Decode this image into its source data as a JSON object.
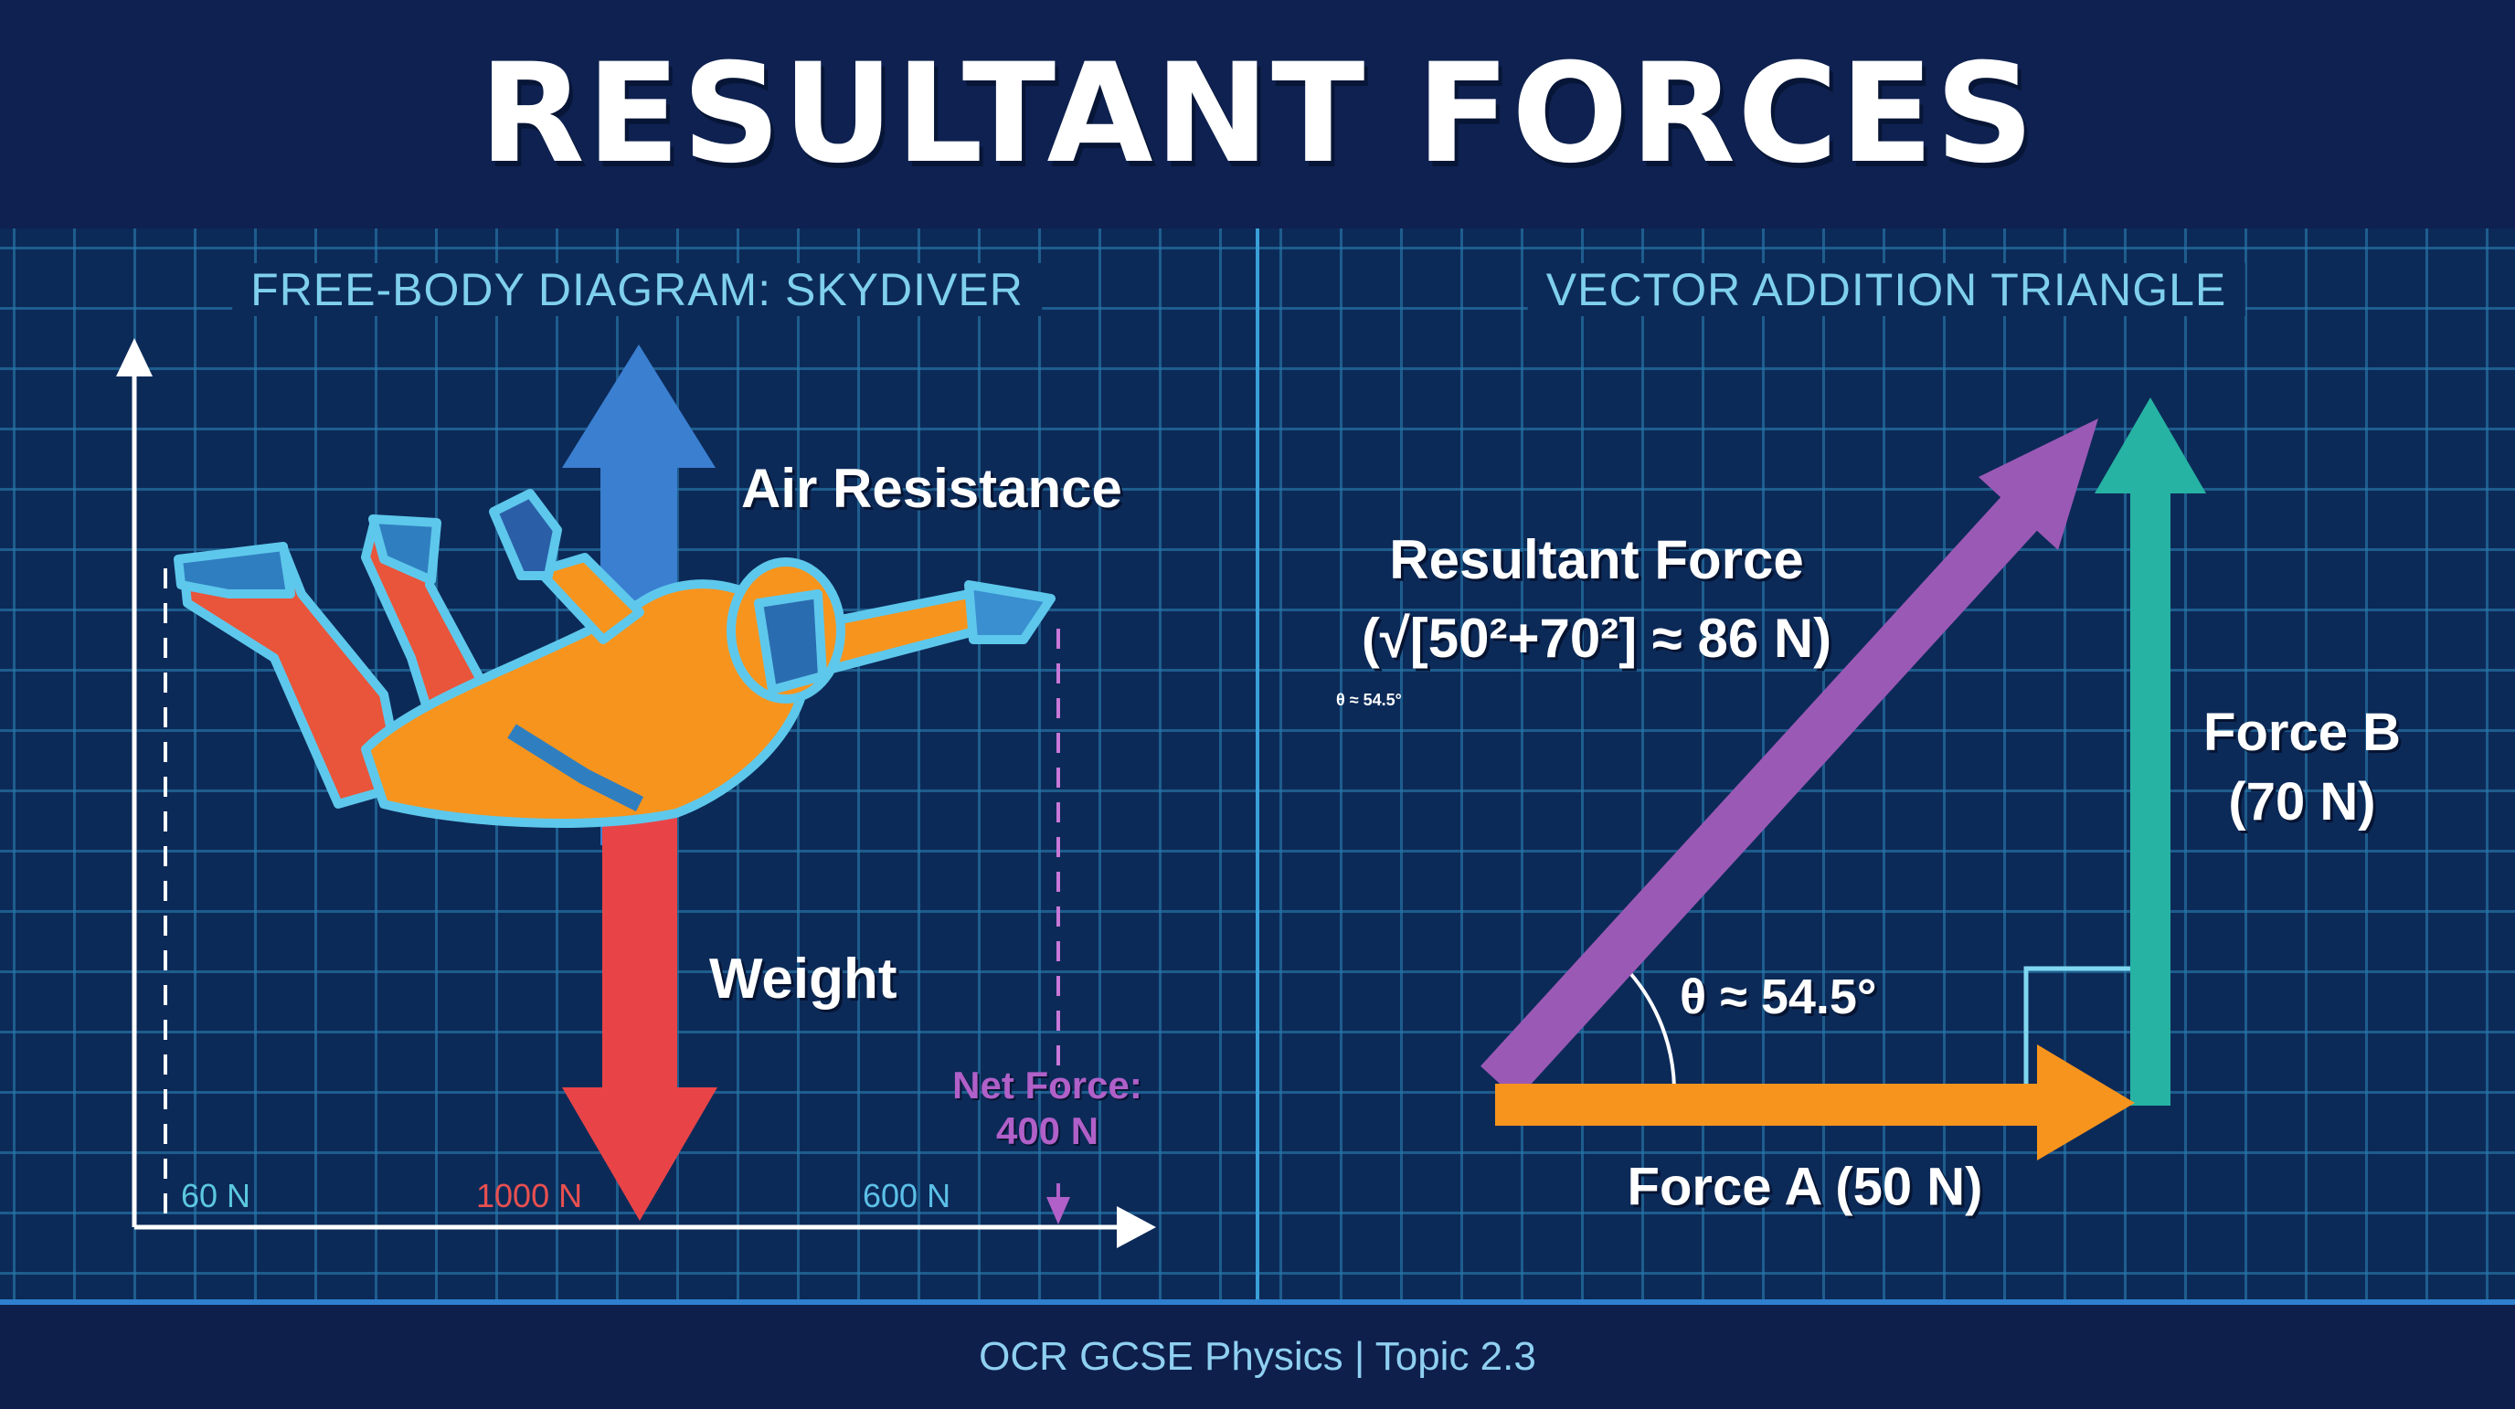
{
  "header": {
    "title": "RESULTANT FORCES"
  },
  "left_panel": {
    "subtitle": "FREE-BODY DIAGRAM: SKYDIVER",
    "forces": [
      {
        "name": "Air Resistance",
        "direction": "up",
        "color": "#3a7fd0"
      },
      {
        "name": "Weight",
        "direction": "down",
        "color": "#e84448"
      }
    ],
    "axis_labels": [
      {
        "text": "60 N",
        "color": "#5cc8e0"
      },
      {
        "text": "1000 N",
        "color": "#e85050"
      },
      {
        "text": "600 N",
        "color": "#5cc0e8"
      }
    ],
    "net_force": {
      "line1": "Net Force:",
      "line2": "400 N",
      "color": "#b060c8"
    },
    "figure": "skydiver-illustration"
  },
  "right_panel": {
    "subtitle": "VECTOR ADDITION TRIANGLE",
    "resultant": {
      "line1": "Resultant Force",
      "line2": "(√[50²+70²] ≈ 86 N)",
      "color": "#9b59b6"
    },
    "small_angle_note": "θ ≈ 54.5°",
    "force_a": {
      "label": "Force A (50 N)",
      "color": "#f7941d"
    },
    "force_b": {
      "line1": "Force B",
      "line2": "(70 N)",
      "color": "#26b3a3"
    },
    "angle_label": "θ ≈ 54.5°"
  },
  "footer": {
    "text": "OCR GCSE Physics | Topic 2.3"
  },
  "colors": {
    "background": "#0c2a58",
    "header": "#0e2150",
    "grid": "#2878aa",
    "subtitle": "#7fd0ec"
  }
}
